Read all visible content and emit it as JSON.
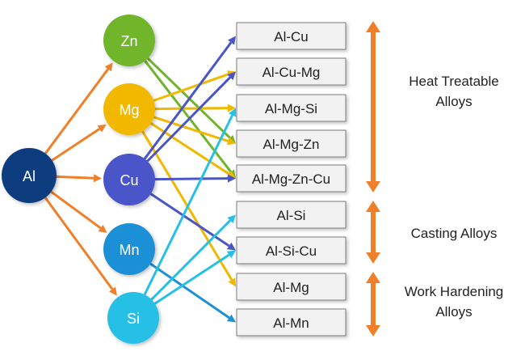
{
  "nodes": {
    "al": {
      "label": "Al",
      "color": "#0b3d7e"
    },
    "zn": {
      "label": "Zn",
      "color": "#6fb52c"
    },
    "mg": {
      "label": "Mg",
      "color": "#f2b800"
    },
    "cu": {
      "label": "Cu",
      "color": "#4a55c8"
    },
    "mn": {
      "label": "Mn",
      "color": "#1e90d6"
    },
    "si": {
      "label": "Si",
      "color": "#25c0e6"
    }
  },
  "alloys": [
    {
      "id": "al-cu",
      "label": "Al-Cu"
    },
    {
      "id": "al-cu-mg",
      "label": "Al-Cu-Mg"
    },
    {
      "id": "al-mg-si",
      "label": "Al-Mg-Si"
    },
    {
      "id": "al-mg-zn",
      "label": "Al-Mg-Zn"
    },
    {
      "id": "al-mg-zn-cu",
      "label": "Al-Mg-Zn-Cu"
    },
    {
      "id": "al-si",
      "label": "Al-Si"
    },
    {
      "id": "al-si-cu",
      "label": "Al-Si-Cu"
    },
    {
      "id": "al-mg",
      "label": "Al-Mg"
    },
    {
      "id": "al-mn",
      "label": "Al-Mn"
    }
  ],
  "groups": [
    {
      "id": "heat-treatable",
      "line1": "Heat Treatable",
      "line2": "Alloys"
    },
    {
      "id": "casting",
      "line1": "Casting Alloys",
      "line2": ""
    },
    {
      "id": "work-hardening",
      "line1": "Work Hardening",
      "line2": "Alloys"
    }
  ],
  "colors": {
    "al_arrow": "#f07f2a",
    "bracket": "#f07f2a",
    "box_fill": "#f2f2f2",
    "box_border": "#7f7f7f"
  },
  "connections": [
    {
      "from": "al",
      "to": "zn"
    },
    {
      "from": "al",
      "to": "mg"
    },
    {
      "from": "al",
      "to": "cu"
    },
    {
      "from": "al",
      "to": "mn"
    },
    {
      "from": "al",
      "to": "si"
    },
    {
      "from": "zn",
      "to": "al-mg-zn"
    },
    {
      "from": "zn",
      "to": "al-mg-zn-cu"
    },
    {
      "from": "mg",
      "to": "al-cu-mg"
    },
    {
      "from": "mg",
      "to": "al-mg-si"
    },
    {
      "from": "mg",
      "to": "al-mg-zn"
    },
    {
      "from": "mg",
      "to": "al-mg-zn-cu"
    },
    {
      "from": "mg",
      "to": "al-mg"
    },
    {
      "from": "cu",
      "to": "al-cu"
    },
    {
      "from": "cu",
      "to": "al-cu-mg"
    },
    {
      "from": "cu",
      "to": "al-mg-zn-cu"
    },
    {
      "from": "cu",
      "to": "al-si-cu"
    },
    {
      "from": "mn",
      "to": "al-mn"
    },
    {
      "from": "si",
      "to": "al-mg-si"
    },
    {
      "from": "si",
      "to": "al-si"
    },
    {
      "from": "si",
      "to": "al-si-cu"
    }
  ]
}
